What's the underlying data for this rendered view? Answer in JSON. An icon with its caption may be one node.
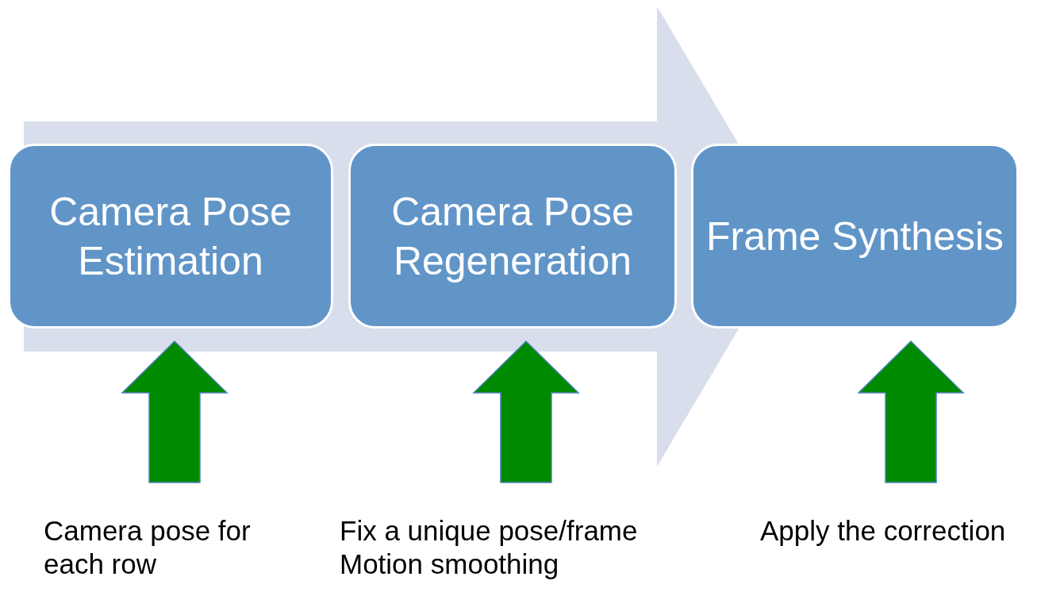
{
  "diagram": {
    "nodes": [
      {
        "text": [
          "Camera Pose Estimation"
        ]
      },
      {
        "text": [
          "Camera Pose Regeneration"
        ]
      },
      {
        "text": [
          "Frame Synthesis"
        ]
      },
      {
        "text": [
          "Camera pose for each row"
        ]
      },
      {
        "text": [
          "Fix a unique pose/frame",
          "Motion smoothing"
        ]
      },
      {
        "text": [
          "Apply the correction"
        ]
      }
    ],
    "edges": [
      {
        "from": 3,
        "to": 0,
        "arrow": "to",
        "style": "thick",
        "color": "#008a00"
      },
      {
        "from": 4,
        "to": 1,
        "arrow": "to",
        "style": "thick",
        "color": "#008a00"
      },
      {
        "from": 5,
        "to": 2,
        "arrow": "to",
        "style": "thick",
        "color": "#008a00"
      }
    ]
  }
}
